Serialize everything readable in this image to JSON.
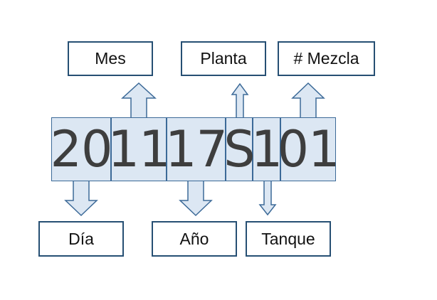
{
  "code": {
    "segments": [
      {
        "key": "dia",
        "text": "20"
      },
      {
        "key": "mes",
        "text": "11"
      },
      {
        "key": "anio",
        "text": "17"
      },
      {
        "key": "planta",
        "text": "S"
      },
      {
        "key": "tanque",
        "text": "1"
      },
      {
        "key": "mezcla",
        "text": "01"
      }
    ]
  },
  "labels": {
    "mes": "Mes",
    "planta": "Planta",
    "mezcla": "# Mezcla",
    "dia": "Día",
    "anio": "Año",
    "tanque": "Tanque"
  },
  "colors": {
    "box_border": "#264f73",
    "segment_fill": "#dce7f3",
    "segment_border": "#3c6a98",
    "digit_color": "#3e3e3e",
    "arrow_fill": "#dce7f3",
    "arrow_stroke": "#3c6a98"
  }
}
